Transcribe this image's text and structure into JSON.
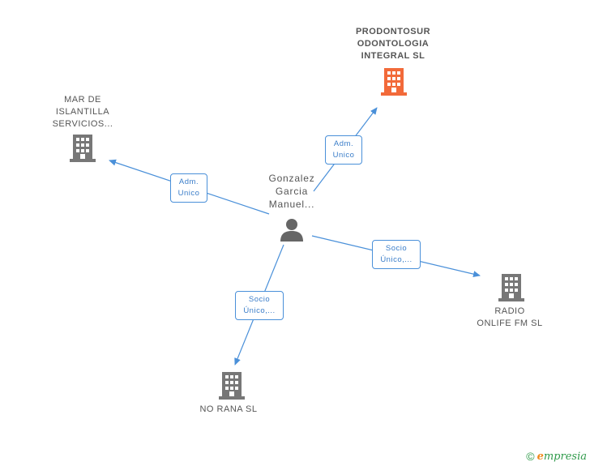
{
  "nodes": {
    "prodontosur": {
      "lines": [
        "PRODONTOSUR",
        "ODONTOLOGIA",
        "INTEGRAL  SL"
      ],
      "color": "#f26a3a"
    },
    "mar": {
      "lines": [
        "MAR DE",
        "ISLANTILLA",
        "SERVICIOS..."
      ],
      "color": "#777777"
    },
    "person": {
      "lines": [
        "Gonzalez",
        "Garcia",
        "Manuel..."
      ],
      "color": "#666666"
    },
    "radio": {
      "lines": [
        "RADIO",
        "ONLIFE FM SL"
      ],
      "color": "#777777"
    },
    "norana": {
      "lines": [
        "NO RANA SL"
      ],
      "color": "#777777"
    }
  },
  "edges": {
    "to_prodontosur": {
      "lines": [
        "Adm.",
        "Unico"
      ]
    },
    "to_mar": {
      "lines": [
        "Adm.",
        "Unico"
      ]
    },
    "to_radio": {
      "lines": [
        "Socio",
        "Único,..."
      ]
    },
    "to_norana": {
      "lines": [
        "Socio",
        "Único,..."
      ]
    }
  },
  "colors": {
    "edge": "#4a90d9"
  },
  "footer": {
    "copyright": "©",
    "brand_initial": "e",
    "brand_rest": "mpresia"
  }
}
